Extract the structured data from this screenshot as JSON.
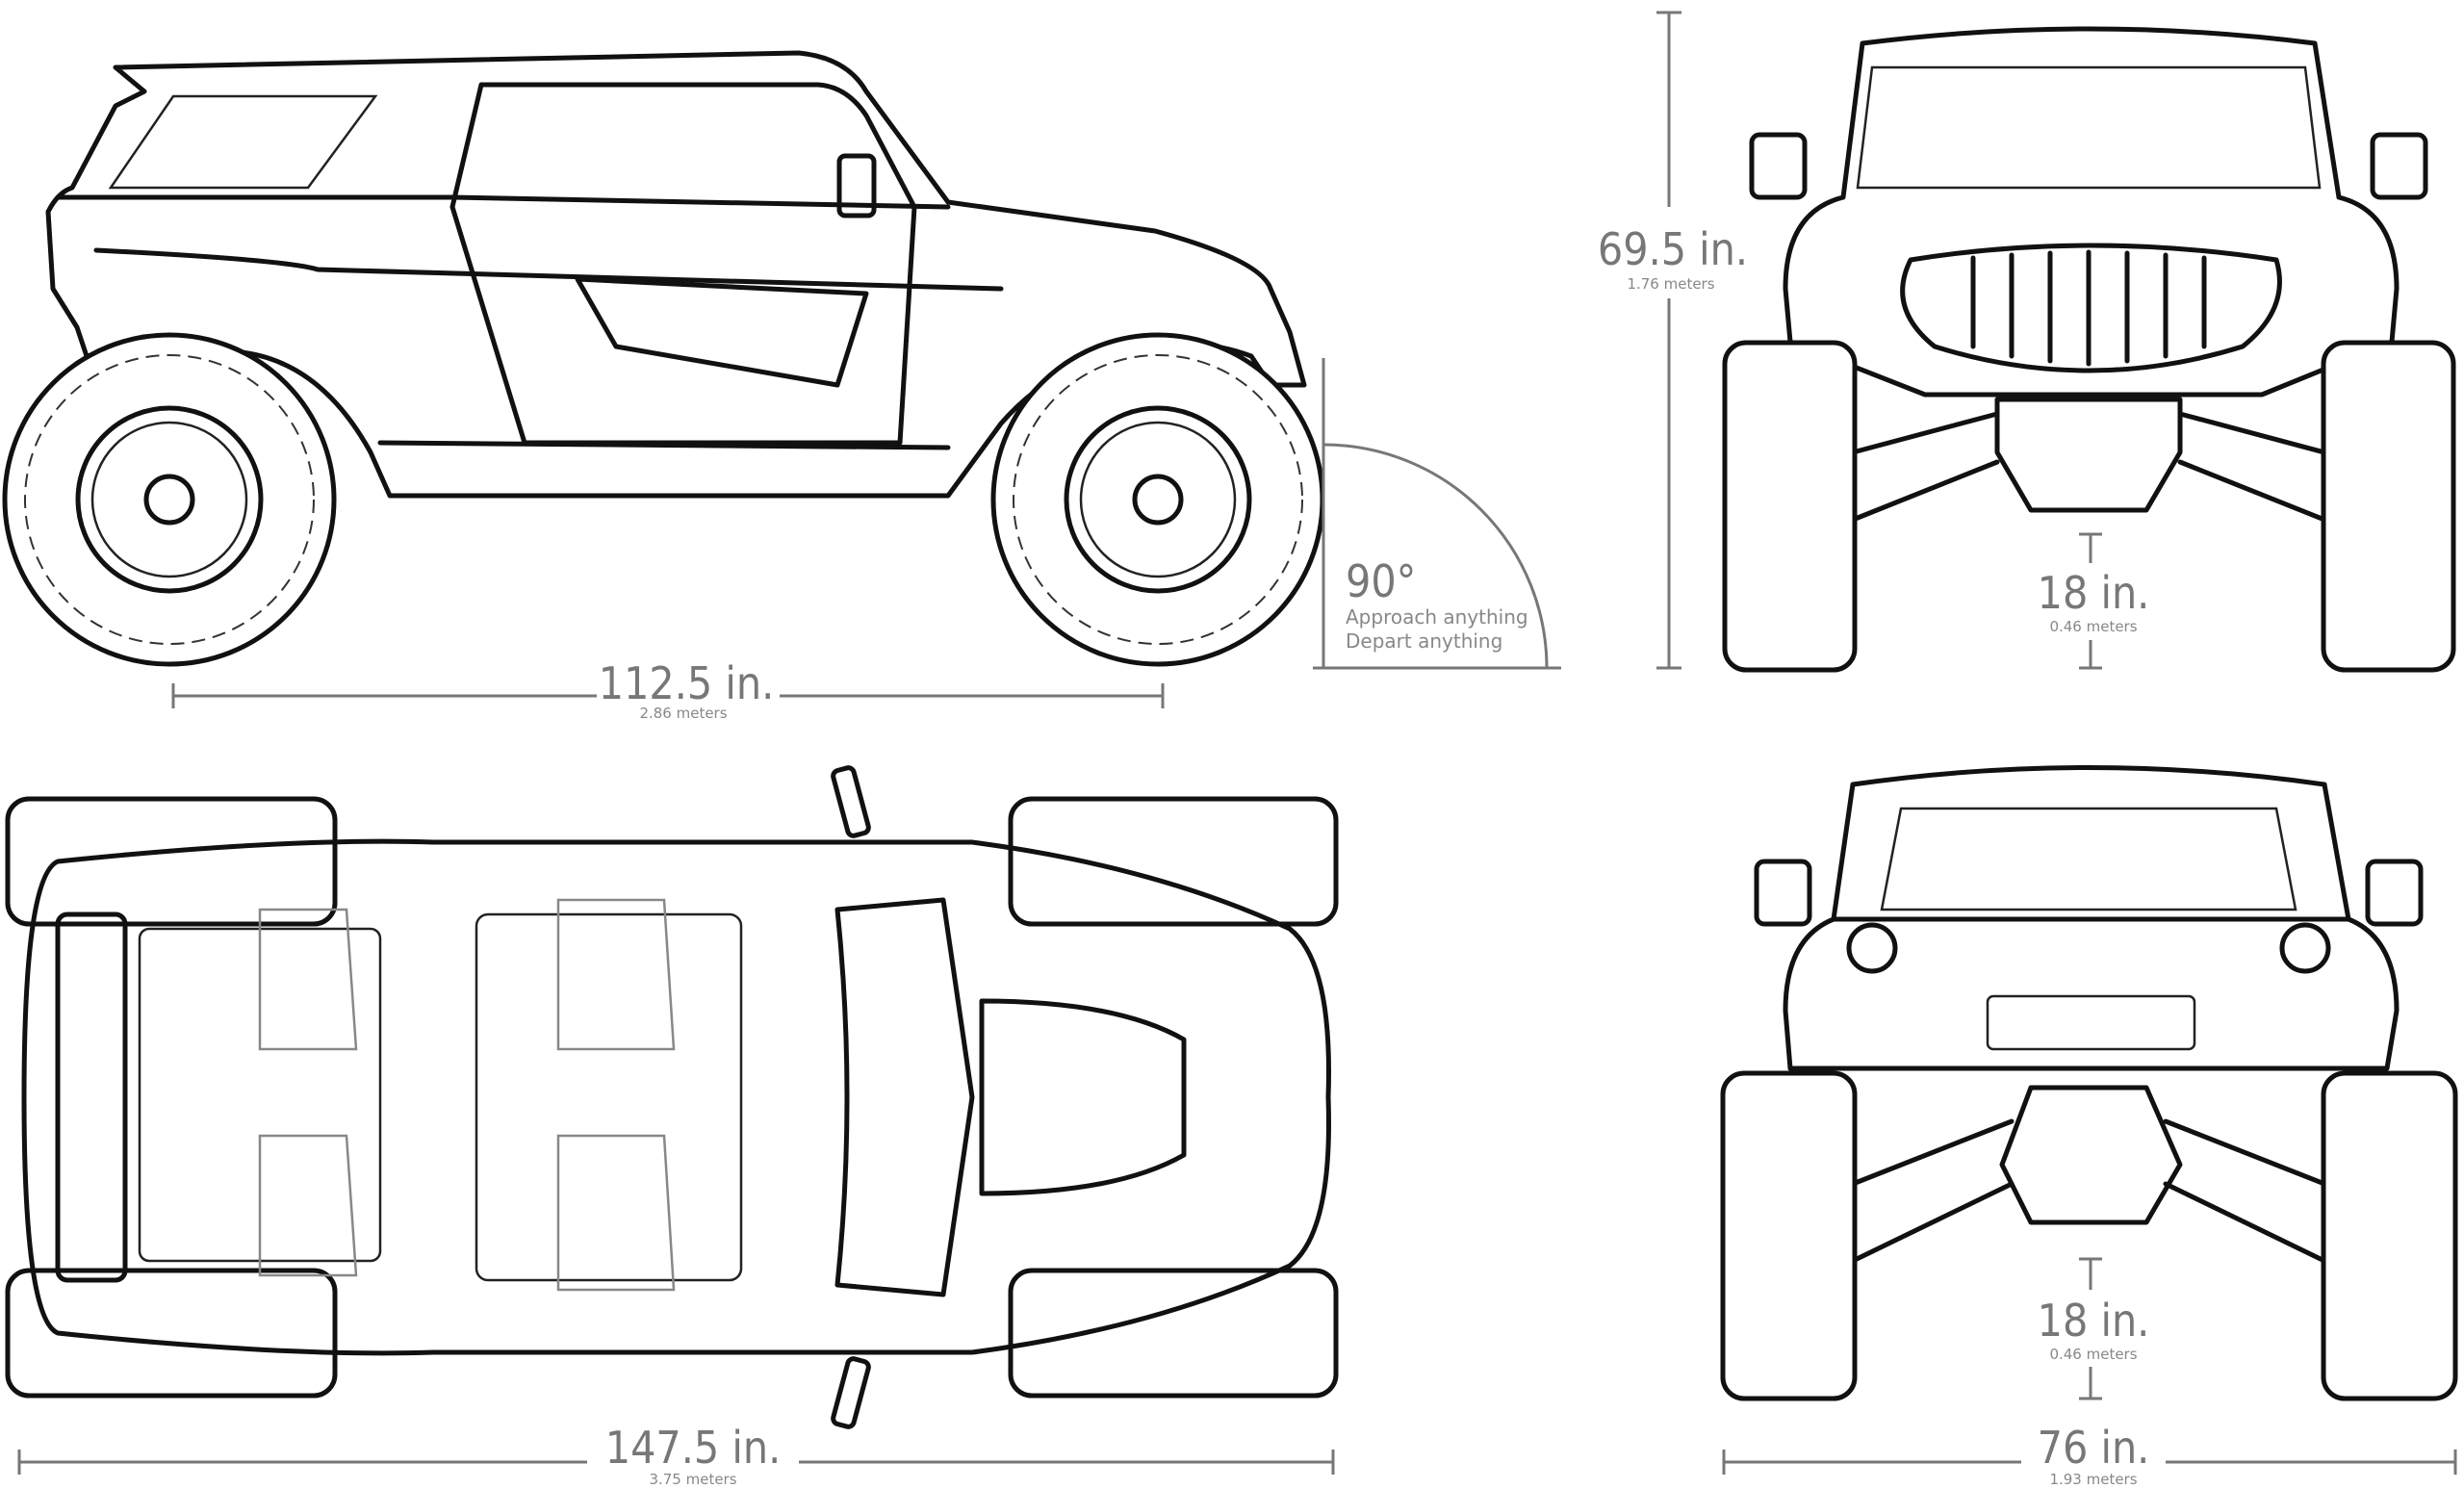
{
  "side_view": {
    "wheelbase": {
      "imperial": "112.5 in.",
      "metric": "2.86 meters"
    },
    "angle": {
      "value": "90°",
      "line1": "Approach anything",
      "line2": "Depart anything"
    },
    "height": {
      "imperial": "69.5 in.",
      "metric": "1.76 meters"
    }
  },
  "front_view": {
    "ground_clearance": {
      "imperial": "18 in.",
      "metric": "0.46 meters"
    }
  },
  "top_view": {
    "length": {
      "imperial": "147.5 in.",
      "metric": "3.75 meters"
    }
  },
  "rear_view": {
    "ground_clearance": {
      "imperial": "18 in.",
      "metric": "0.46 meters"
    },
    "width": {
      "imperial": "76 in.",
      "metric": "1.93 meters"
    }
  },
  "colors": {
    "line": "#111111",
    "dimension": "#777777"
  }
}
